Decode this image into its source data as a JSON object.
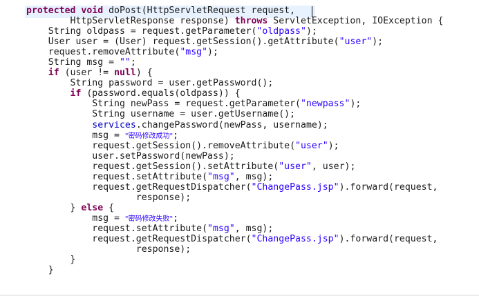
{
  "editor": {
    "lines": [
      [
        [
          "kw",
          "protected void "
        ],
        [
          "t",
          "doPost(HttpServletRequest request,"
        ]
      ],
      [
        [
          "t",
          "        HttpServletResponse response) "
        ],
        [
          "kw",
          "throws "
        ],
        [
          "t",
          "ServletException, IOException {"
        ]
      ],
      [
        [
          "t",
          "    String oldpass = request.getParameter("
        ],
        [
          "str",
          "\"oldpass\""
        ],
        [
          "t",
          ");"
        ]
      ],
      [
        [
          "t",
          "    User user = (User) request.getSession().getAttribute("
        ],
        [
          "str",
          "\"user\""
        ],
        [
          "t",
          ");"
        ]
      ],
      [
        [
          "t",
          "    request.removeAttribute("
        ],
        [
          "str",
          "\"msg\""
        ],
        [
          "t",
          ");"
        ]
      ],
      [
        [
          "t",
          "    String msg = "
        ],
        [
          "str",
          "\"\""
        ],
        [
          "t",
          ";"
        ]
      ],
      [
        [
          "t",
          "    "
        ],
        [
          "kw",
          "if "
        ],
        [
          "t",
          "(user != "
        ],
        [
          "kw",
          "null"
        ],
        [
          "t",
          ") {"
        ]
      ],
      [
        [
          "t",
          "        String password = user.getPassword();"
        ]
      ],
      [
        [
          "t",
          "        "
        ],
        [
          "kw",
          "if "
        ],
        [
          "t",
          "(password.equals(oldpass)) {"
        ]
      ],
      [
        [
          "t",
          "            String newPass = request.getParameter("
        ],
        [
          "str",
          "\"newpass\""
        ],
        [
          "t",
          ");"
        ]
      ],
      [
        [
          "t",
          "            String username = user.getUsername();"
        ]
      ],
      [
        [
          "t",
          "            "
        ],
        [
          "field",
          "services"
        ],
        [
          "t",
          ".changePassword(newPass, username);"
        ]
      ],
      [
        [
          "t",
          "            msg = "
        ],
        [
          "cnstr",
          "\"密码修改成功\""
        ],
        [
          "t",
          ";"
        ]
      ],
      [
        [
          "t",
          "            request.getSession().removeAttribute("
        ],
        [
          "str",
          "\"user\""
        ],
        [
          "t",
          ");"
        ]
      ],
      [
        [
          "t",
          "            user.setPassword(newPass);"
        ]
      ],
      [
        [
          "t",
          "            request.getSession().setAttribute("
        ],
        [
          "str",
          "\"user\""
        ],
        [
          "t",
          ", user);"
        ]
      ],
      [
        [
          "t",
          "            request.setAttribute("
        ],
        [
          "str",
          "\"msg\""
        ],
        [
          "t",
          ", msg);"
        ]
      ],
      [
        [
          "t",
          "            request.getRequestDispatcher("
        ],
        [
          "str",
          "\"ChangePass.jsp\""
        ],
        [
          "t",
          ").forward(request,"
        ]
      ],
      [
        [
          "t",
          "                    response);"
        ]
      ],
      [
        [
          "t",
          "        } "
        ],
        [
          "kw",
          "else "
        ],
        [
          "t",
          "{"
        ]
      ],
      [
        [
          "t",
          "            msg = "
        ],
        [
          "cnstr",
          "\"密码修改失败\""
        ],
        [
          "t",
          ";"
        ]
      ],
      [
        [
          "t",
          "            request.setAttribute("
        ],
        [
          "str",
          "\"msg\""
        ],
        [
          "t",
          ", msg);"
        ]
      ],
      [
        [
          "t",
          "            request.getRequestDispatcher("
        ],
        [
          "str",
          "\"ChangePass.jsp\""
        ],
        [
          "t",
          ").forward(request,"
        ]
      ],
      [
        [
          "t",
          "                    response);"
        ]
      ],
      [
        [
          "t",
          "        }"
        ]
      ],
      [
        [
          "t",
          "    }"
        ]
      ]
    ]
  }
}
